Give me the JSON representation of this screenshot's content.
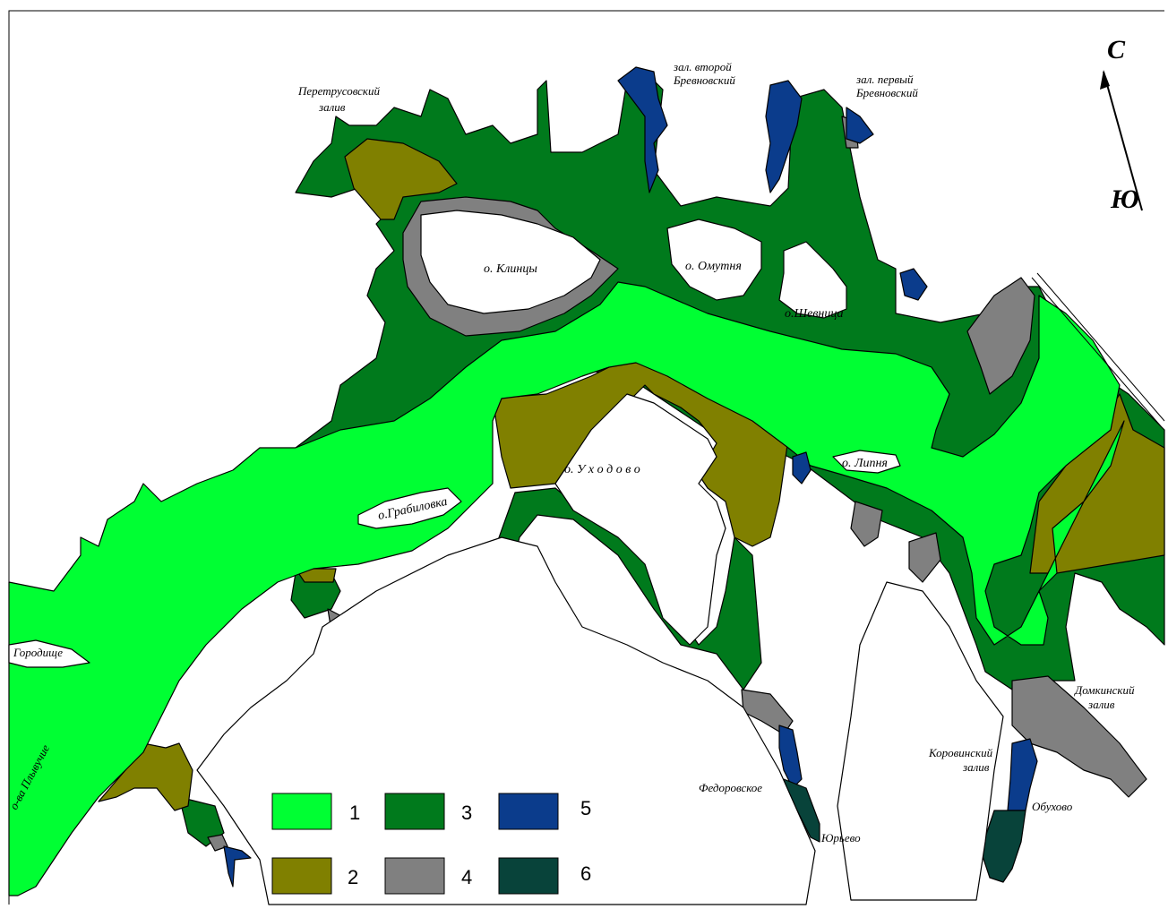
{
  "colors": {
    "zone1": "#00ff33",
    "zone2": "#808000",
    "zone3": "#007a1c",
    "zone4": "#808080",
    "zone5": "#0b3c8c",
    "zone6": "#08433a"
  },
  "compass": {
    "north": "С",
    "south": "Ю"
  },
  "places": {
    "gorodishche": "Городище",
    "o_va_plyvuchie": "о-ва Плывучие",
    "pertrusovsky_1": "Перетрусовский",
    "pertrusovsky_2": "залив",
    "second_brevnovsky_1": "зал. второй",
    "second_brevnovsky_2": "Бревновский",
    "first_brevnovsky_1": "зал. первый",
    "first_brevnovsky_2": "Бревновский",
    "o_klintsy": "о. Клинцы",
    "o_omutnya": "о. Омутня",
    "o_shevnitsa": "о.Шевница",
    "o_grabilovka": "о.Грабиловка",
    "o_ukhodovo": "о.  У х о д о в о",
    "o_lipnya": "о. Липня",
    "domkinsky_1": "Домкинский",
    "domkinsky_2": "залив",
    "korovinsky_1": "Коровинский",
    "korovinsky_2": "залив",
    "obukhovo": "Обухово",
    "fedorovskoe": "Федоровское",
    "yurevo": "Юрьево"
  },
  "legend": [
    {
      "label": "1",
      "color": "#00ff33"
    },
    {
      "label": "2",
      "color": "#808000"
    },
    {
      "label": "3",
      "color": "#007a1c"
    },
    {
      "label": "4",
      "color": "#808080"
    },
    {
      "label": "5",
      "color": "#0b3c8c"
    },
    {
      "label": "6",
      "color": "#08433a"
    }
  ]
}
